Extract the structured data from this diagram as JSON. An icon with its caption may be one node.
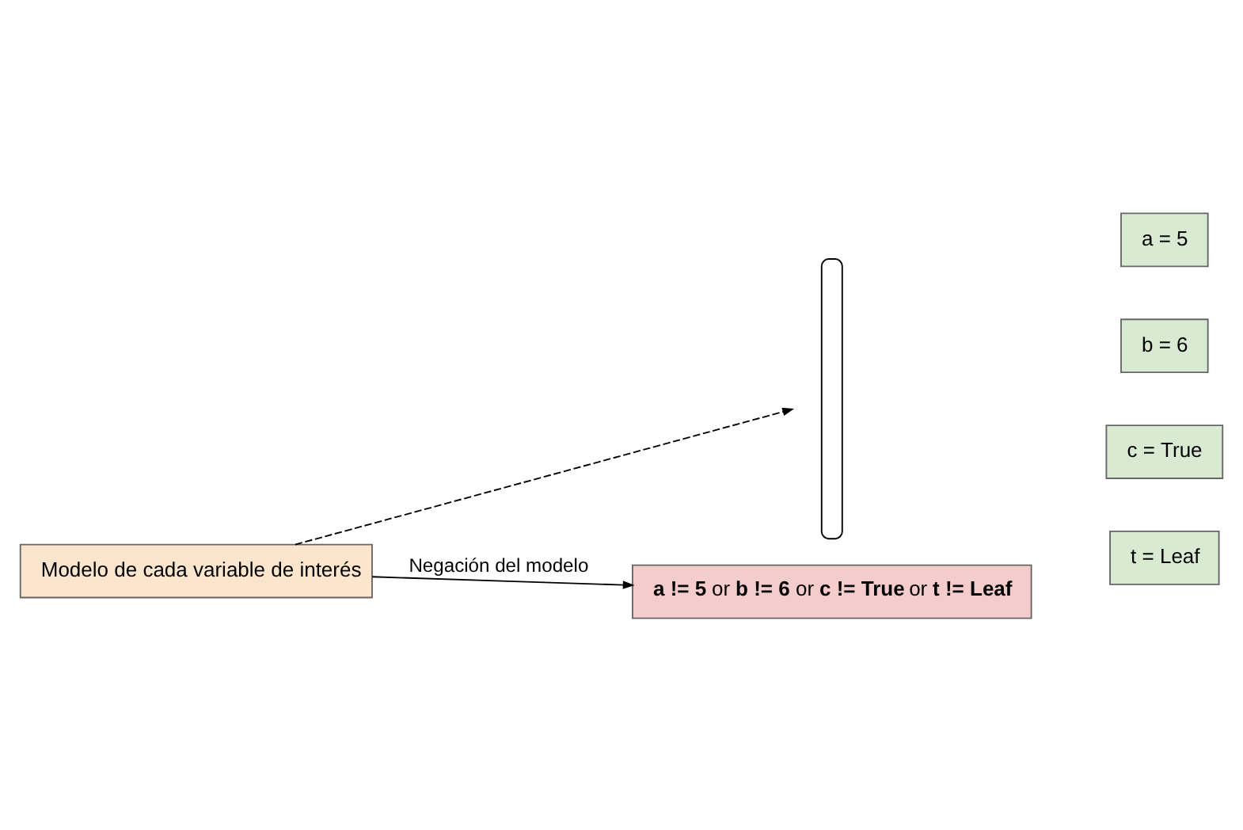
{
  "diagram": {
    "nodes": [
      {
        "text": [
          "Modelo de cada variable de interés"
        ]
      },
      {
        "text": [],
        "shape": "brace"
      },
      {
        "text": [
          "a = 5"
        ]
      },
      {
        "text": [
          "b = 6"
        ]
      },
      {
        "text": [
          "c = True"
        ]
      },
      {
        "text": [
          "t = Leaf"
        ]
      },
      {
        "text": [
          "**a != 5** or **b != 6** or **c != True** or **t != Leaf**"
        ]
      }
    ],
    "edges": [
      {
        "from": 0,
        "to": 1,
        "arrow": "to",
        "style": "dashed"
      },
      {
        "from": 0,
        "to": 6,
        "arrow": "to",
        "label": "Negación del modelo"
      }
    ]
  }
}
